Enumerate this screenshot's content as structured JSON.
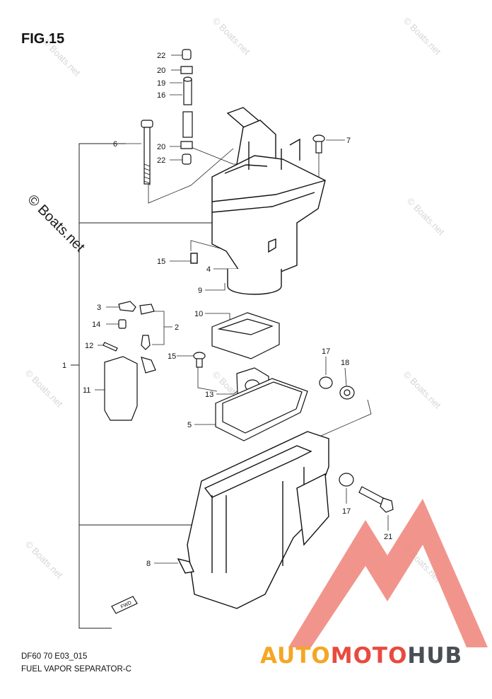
{
  "figure": {
    "title": "FIG.15",
    "code": "DF60 70 E03_015",
    "name": "FUEL VAPOR SEPARATOR-C"
  },
  "watermark": {
    "text": "© Boats.net"
  },
  "brand": {
    "part1": "AUTO",
    "part2": "MOTO",
    "part3": "HUB",
    "color_orange": "#f5a623",
    "color_red": "#e94a3f",
    "color_dark": "#4a4f55",
    "logo_color": "#f08a80"
  },
  "callouts": [
    "22",
    "20",
    "19",
    "16",
    "20",
    "22",
    "6",
    "7",
    "15",
    "4",
    "9",
    "3",
    "14",
    "12",
    "2",
    "10",
    "15",
    "1",
    "11",
    "17",
    "18",
    "13",
    "5",
    "17",
    "21",
    "8"
  ],
  "arrow_label": "FWD"
}
